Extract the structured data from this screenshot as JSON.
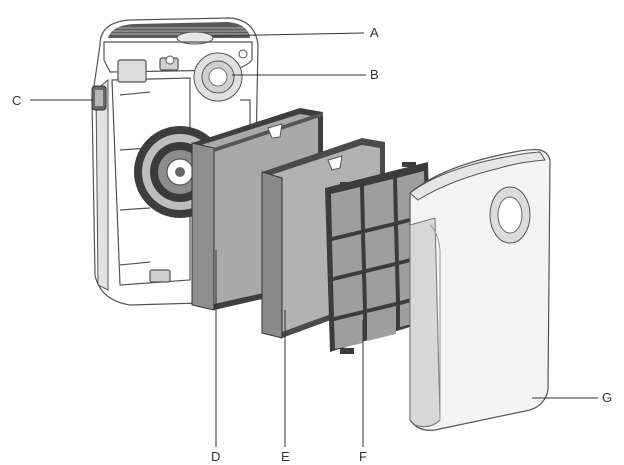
{
  "diagram": {
    "parts": [
      {
        "id": "A",
        "label": "A",
        "part": "air-quality-sensor-cover"
      },
      {
        "id": "B",
        "label": "B",
        "part": "control-dial"
      },
      {
        "id": "C",
        "label": "C",
        "part": "handle"
      },
      {
        "id": "D",
        "label": "D",
        "part": "hepa-filter"
      },
      {
        "id": "E",
        "label": "E",
        "part": "carbon-filter"
      },
      {
        "id": "F",
        "label": "F",
        "part": "pre-filter-grid"
      },
      {
        "id": "G",
        "label": "G",
        "part": "front-cover"
      }
    ],
    "colors": {
      "body_fill": "#f2f2f2",
      "outline": "#555555",
      "filter_gray": "#a9a9a9",
      "filter_dark": "#4a4a4a",
      "grid_frame": "#3c3c3c",
      "grid_cell": "#9e9e9e"
    }
  }
}
